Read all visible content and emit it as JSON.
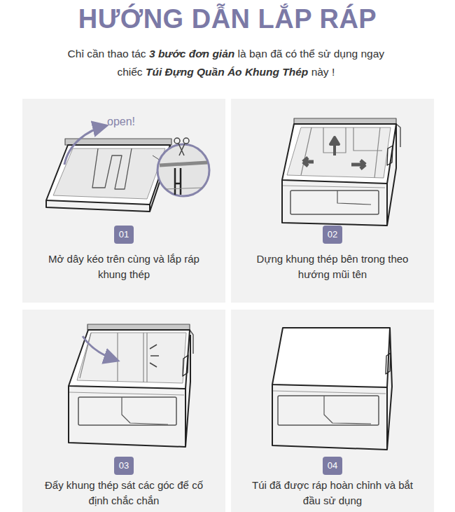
{
  "diagram": {
    "title": "HƯỚNG DẪN LẮP RÁP",
    "nodes": [
      {
        "text": [
          "Mở dây kéo trên cùng và lắp ráp khung thép"
        ]
      },
      {
        "text": [
          "01"
        ],
        "in": 0
      },
      {
        "text": [
          "Dựng khung thép bên trong theo hướng mũi tên"
        ]
      },
      {
        "text": [
          "02"
        ],
        "in": 2
      },
      {
        "text": [
          "Đẩy khung thép sát các góc để cố định chắc chắn"
        ]
      },
      {
        "text": [
          "03"
        ],
        "in": 4
      },
      {
        "text": [
          "Túi đã được ráp hoàn chỉnh và bắt đầu sử dụng"
        ]
      },
      {
        "text": [
          "04"
        ],
        "in": 6
      }
    ],
    "labels": [
      "Chỉ cần thao tác",
      "3 bước đơn giản",
      "là bạn đã có thể sử dụng ngay",
      "chiếc",
      "Túi Đựng Quần Áo Khung Thép",
      "này !",
      "open!"
    ]
  }
}
